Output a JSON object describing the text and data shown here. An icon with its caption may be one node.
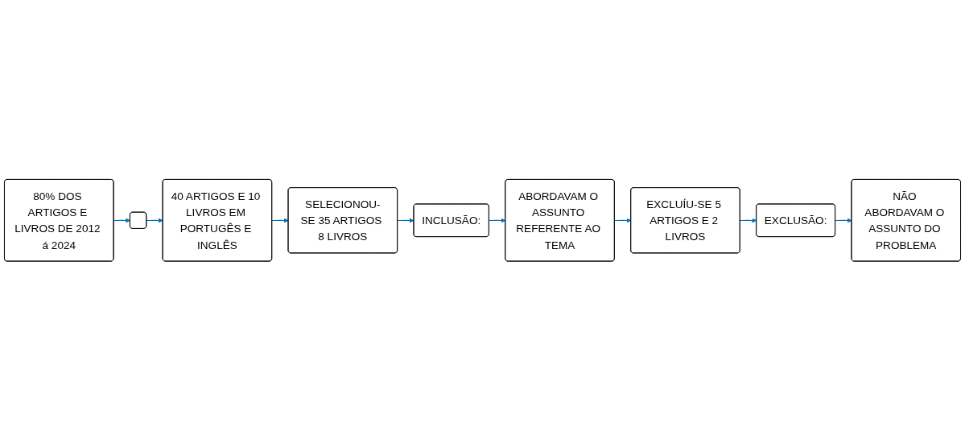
{
  "diagram": {
    "nodes": [
      {
        "text": [
          "80% DOS ARTIGOS E LIVROS DE 2012 á 2024"
        ]
      },
      {
        "text": [],
        "shape": "box"
      },
      {
        "text": [
          "40 ARTIGOS E 10 LIVROS EM PORTUGÊS E INGLÊS"
        ]
      },
      {
        "text": [
          "ABORDAVAM O ASSUNTO REFERENTE AO TEMA"
        ]
      },
      {
        "text": [
          "INCLUSÃO:"
        ]
      },
      {
        "text": [
          "SELECIONOU-SE 35 ARTIGOS 8 LIVROS"
        ]
      },
      {
        "text": [
          "EXCLUÍU-SE 5 ARTIGOS E 2 LIVROS"
        ]
      },
      {
        "text": [
          "EXCLUSÃO:"
        ]
      },
      {
        "text": [
          "NÃO ABORDAVAM O ASSUNTO DO PROBLEMA"
        ]
      }
    ],
    "edges": [
      {
        "from": 0,
        "to": 1,
        "arrow": "to"
      },
      {
        "from": 1,
        "to": 2,
        "arrow": "to"
      },
      {
        "from": 2,
        "to": 5,
        "arrow": "to"
      },
      {
        "from": 5,
        "to": 4,
        "arrow": "to"
      },
      {
        "from": 4,
        "to": 3,
        "arrow": "to"
      },
      {
        "from": 3,
        "to": 6,
        "arrow": "to"
      },
      {
        "from": 6,
        "to": 7,
        "arrow": "to"
      },
      {
        "from": 7,
        "to": 8,
        "arrow": "to"
      }
    ]
  }
}
